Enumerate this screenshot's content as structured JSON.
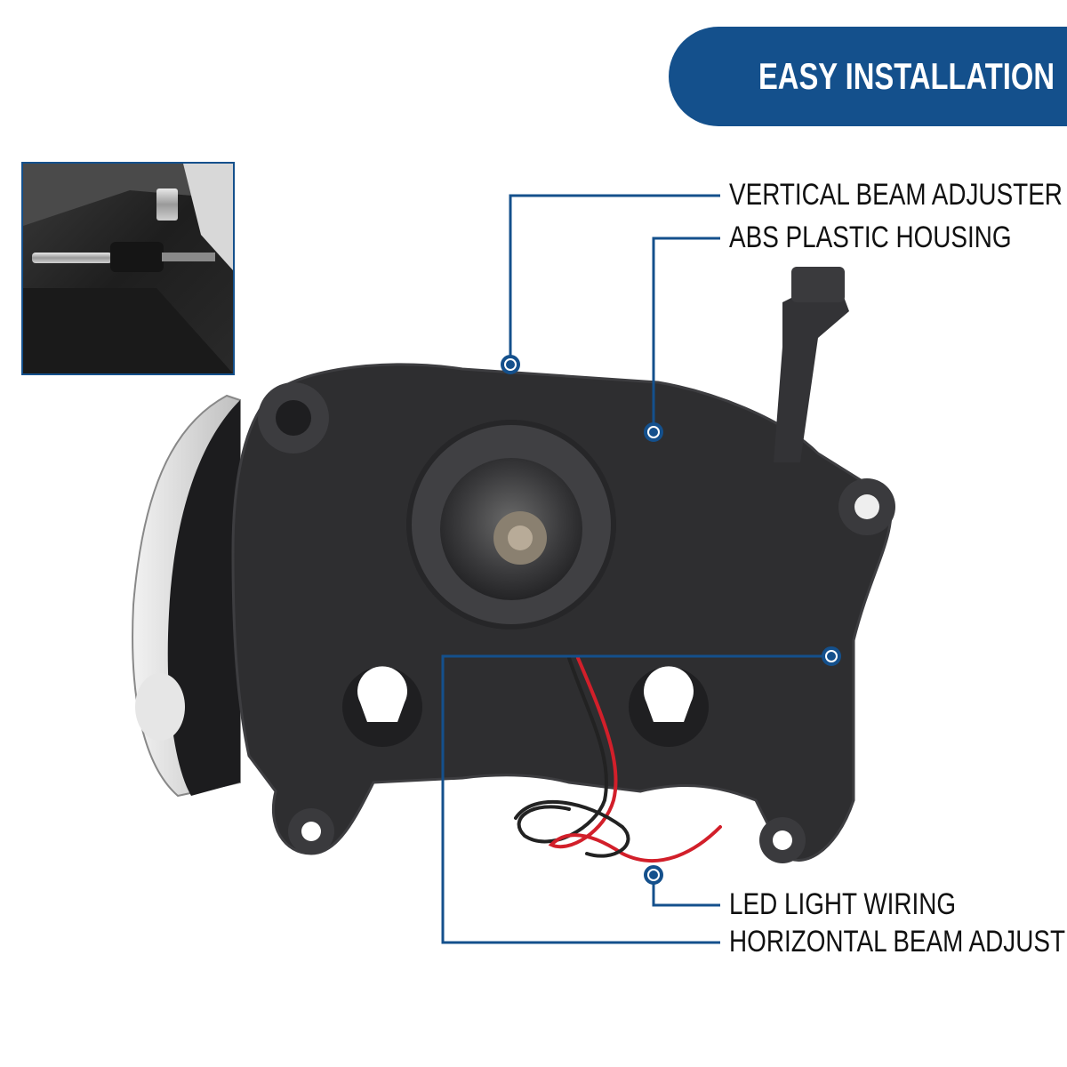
{
  "banner": {
    "title": "EASY INSTALLATION"
  },
  "callouts": {
    "vertical_beam_adjuster": "VERTICAL BEAM ADJUSTER",
    "abs_plastic_housing": "ABS PLASTIC HOUSING",
    "led_light_wiring": "LED LIGHT WIRING",
    "horizontal_beam_adjuster": "HORIZONTAL BEAM ADJUSTER"
  },
  "colors": {
    "accent": "#14508c",
    "housing": "#2e2e30",
    "label_text": "#111111"
  }
}
